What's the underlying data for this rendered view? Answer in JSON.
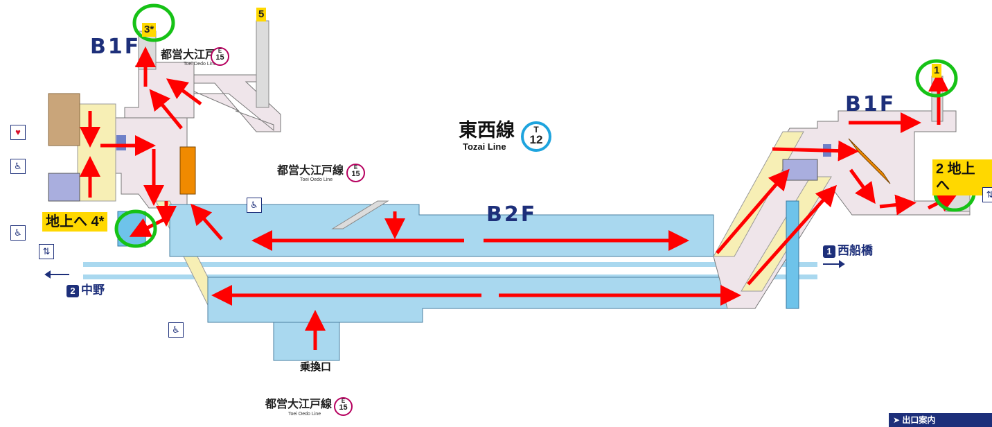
{
  "floors": {
    "b1f_left": "B1F",
    "b1f_right": "B1F",
    "b2f": "B2F"
  },
  "exits": {
    "exit_3": "3*",
    "exit_5": "5",
    "exit_4": "地上へ 4*",
    "exit_1": "1",
    "exit_2": "2 地上へ"
  },
  "lines": {
    "oedo_jp": "都営大江戸線",
    "oedo_en": "Toei Oedo Line",
    "oedo_code_letter": "E",
    "oedo_code_num": "15",
    "tozai_jp": "東西線",
    "tozai_en": "Tozai Line",
    "tozai_code_letter": "T",
    "tozai_code_num": "12"
  },
  "directions": {
    "east_num": "1",
    "east_label": "西船橋",
    "west_num": "2",
    "west_label": "中野"
  },
  "transfer_label": "乗換口",
  "legend": {
    "title": "出口案内"
  },
  "colors": {
    "floor_text": "#1d2f7a",
    "platform": "#a9d8ef",
    "concourse": "#efe5ea",
    "stairs_yellow": "#f7efb5",
    "arrow": "#ff0000",
    "highlight": "#16c216",
    "exit_badge": "#ffd800",
    "oedo_magenta": "#b6005f",
    "tozai_blue": "#1ea4de"
  }
}
